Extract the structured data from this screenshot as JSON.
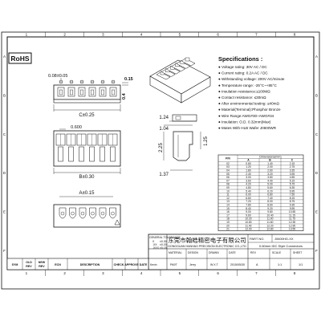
{
  "border": {
    "top_numbers": [
      "1",
      "2",
      "3",
      "4",
      "5",
      "6",
      "7",
      "8"
    ],
    "side_letters": [
      "A",
      "B",
      "C",
      "D",
      "E",
      "F"
    ]
  },
  "badge": "RoHS",
  "front_view": {
    "pitch_label": "0.08±0.05",
    "top_dim": "0.15",
    "side_dim": "0.4",
    "c_dim": "C±0.25"
  },
  "side_views": {
    "dim_124": "1.24",
    "dim_104": "1.04",
    "dim_225": "2.25",
    "dim_125": "1.25",
    "dim_137": "1.37"
  },
  "mid_view": {
    "inner_dim": "0.600",
    "b_dim": "B±0.30"
  },
  "bottom_view": {
    "a_dim": "A±0.15"
  },
  "specifications": {
    "heading": "Specifications :",
    "lines": [
      "Voltage rating: 30V AC / DC",
      "Current rating: 0.2A  AC / DC",
      "Withstanding voltage: 200V AC/minute",
      "Temperature range: -25°C~+85°C",
      "Insulation resistance:≥100MΩ",
      "Contact resistance: ≤30mΩ",
      "After environmental testing: ≤40mΩ",
      "Material(Terminal):Phosphor Bronze",
      "Wire Range:AWG#30~AWG#34",
      "Insulation: O.D. 0.32mm(Max)",
      "Mates With HLB  Wafer J0600WR"
    ]
  },
  "dimension_table": {
    "title": "Dimensions(mm)",
    "headers": [
      "P/N",
      "A",
      "B",
      "C"
    ],
    "rows": [
      [
        "02",
        "0.60",
        "1.40",
        "2.15"
      ],
      [
        "03",
        "1.20",
        "2.00",
        "2.75"
      ],
      [
        "04",
        "1.80",
        "2.60",
        "3.35"
      ],
      [
        "05",
        "2.40",
        "3.20",
        "3.95"
      ],
      [
        "06",
        "3.00",
        "3.80",
        "4.55"
      ],
      [
        "07",
        "3.60",
        "4.40",
        "5.15"
      ],
      [
        "08",
        "4.20",
        "5.00",
        "5.75"
      ],
      [
        "09",
        "4.80",
        "5.60",
        "6.35"
      ],
      [
        "10",
        "5.40",
        "6.20",
        "6.95"
      ],
      [
        "11",
        "6.00",
        "6.80",
        "7.55"
      ],
      [
        "12",
        "6.60",
        "7.40",
        "8.15"
      ],
      [
        "13",
        "7.20",
        "8.00",
        "8.75"
      ],
      [
        "14",
        "7.80",
        "8.60",
        "9.35"
      ],
      [
        "15",
        "8.40",
        "9.20",
        "9.95"
      ],
      [
        "16",
        "9.00",
        "9.80",
        "10.55"
      ],
      [
        "17",
        "9.60",
        "10.40",
        "11.15"
      ],
      [
        "18",
        "10.20",
        "11.00",
        "11.75"
      ],
      [
        "19",
        "10.80",
        "11.60",
        "12.35"
      ],
      [
        "20",
        "11.40",
        "12.20",
        "12.95"
      ],
      [
        "21",
        "12.00",
        "12.80",
        "13.55"
      ]
    ]
  },
  "title_block": {
    "tolerance_label": "GENERAL TOLERANCE",
    "tol_rows": [
      [
        "X",
        "±0.30"
      ],
      [
        ".XX",
        "±0.20"
      ],
      [
        ".XXX",
        "±0.15"
      ]
    ],
    "company_cn": "东莞市翰皓精密电子有限公司",
    "company_en": "DONGGUAN HANHAO PRECISION ELECTRONIC CO.,LTD",
    "part_no_label": "PART NO.",
    "part_no": "J0600HG-XX",
    "product_name": "0.60mm IDC Style Connectors",
    "revision": "A",
    "scale": "1:1",
    "sheet": "1/1",
    "material": "PA9T",
    "design": "Jerry",
    "drawn": "W.X.T",
    "date": "2015/05/30",
    "approve": "Kevin"
  },
  "revision_table": {
    "headers": [
      "SYM",
      "OLD REV",
      "NEW REV",
      "ECN",
      "DESCRIPTION",
      "CHECK",
      "APPROVE",
      "DATE"
    ]
  },
  "drawing_labels": {
    "checked": "CHECK",
    "drawn": "DRAWN",
    "date": "DATE"
  }
}
